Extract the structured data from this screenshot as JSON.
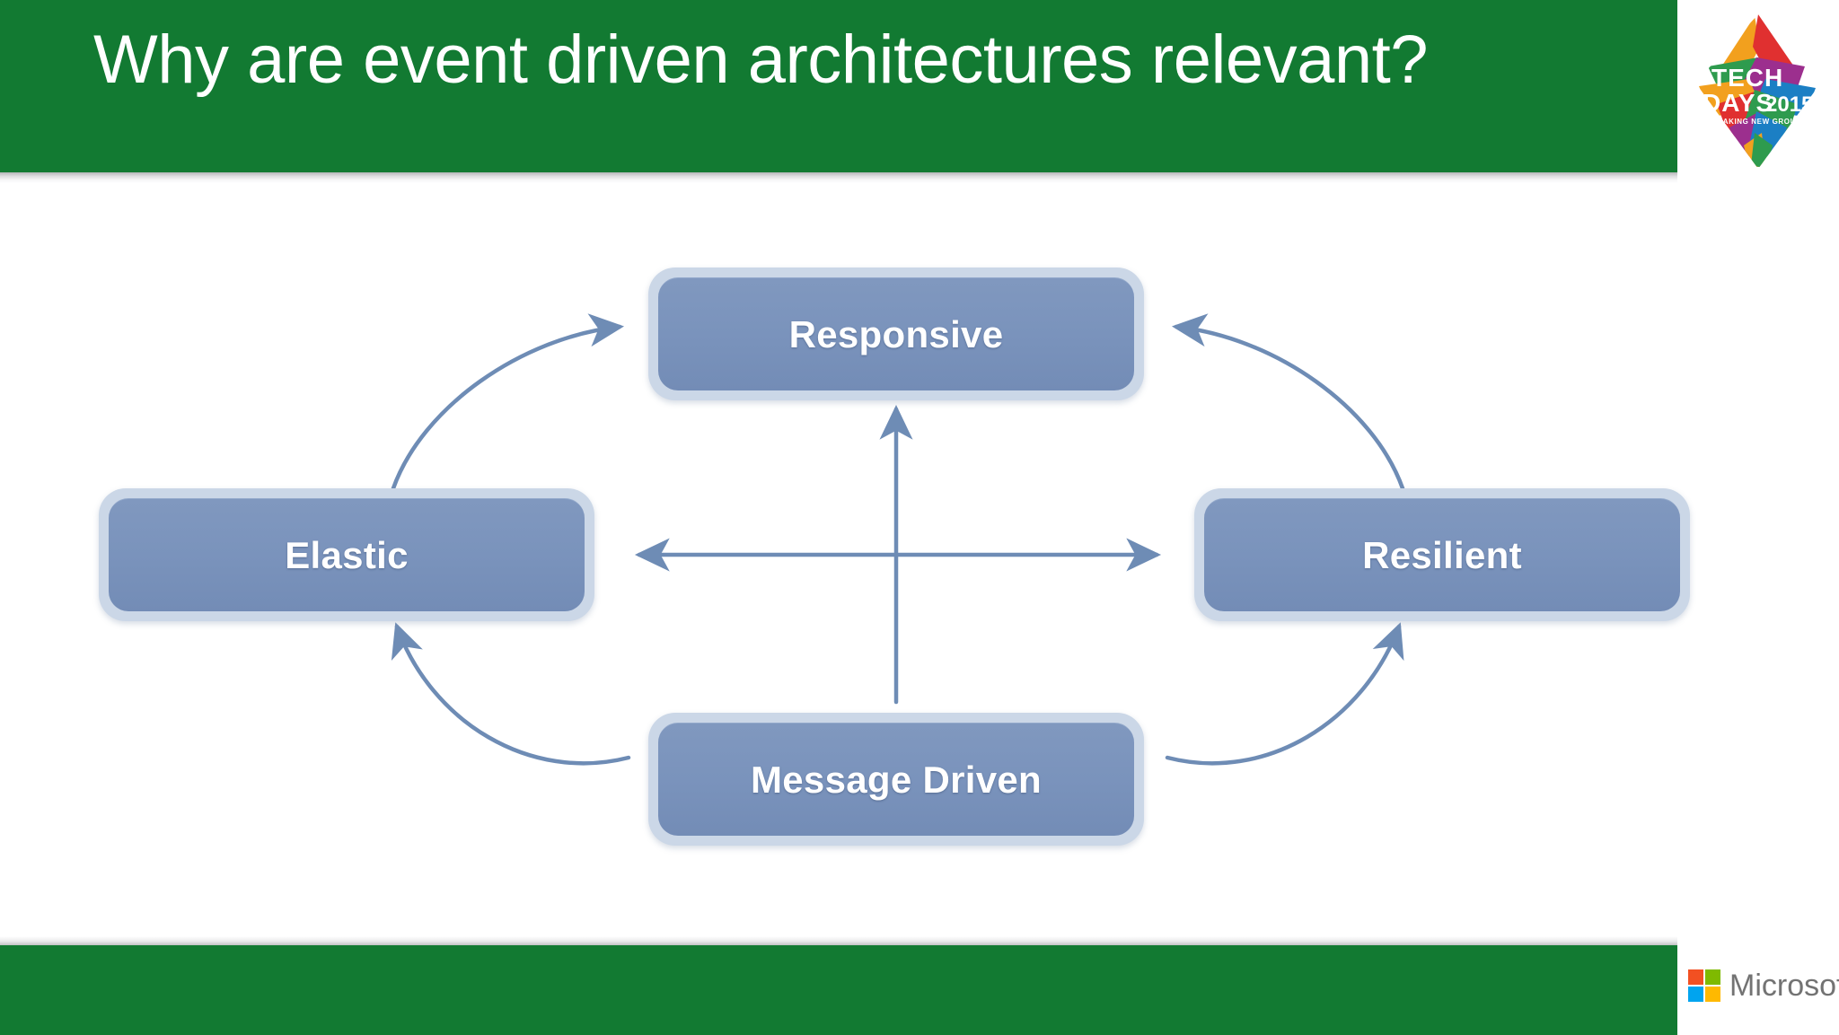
{
  "slide": {
    "title": "Why are event driven architectures relevant?",
    "background_color": "#FFFFFF",
    "accent_color": "#127A32"
  },
  "header": {
    "title": "Why are event driven architectures relevant?",
    "bar_color": "#127A32",
    "title_color": "#FFFFFF"
  },
  "branding": {
    "techdays_logo": {
      "line1": "TECH",
      "line2": "DAYS",
      "year": "2015",
      "tagline": "BREAKING NEW GROUND",
      "alt": "TechDays 2015 - Breaking New Ground"
    },
    "microsoft_logo": {
      "wordmark": "Microsoft",
      "square_colors": [
        "#F25022",
        "#7FBA00",
        "#00A4EF",
        "#FFB900"
      ],
      "wordmark_color": "#737373"
    }
  },
  "diagram": {
    "type": "reactive-traits-cycle",
    "box_fill_color": "#7A93BC",
    "box_border_color": "#CBD7E7",
    "arrow_color": "#6E8CB5",
    "label_color": "#FFFFFF",
    "nodes": [
      {
        "id": "responsive",
        "label": "Responsive",
        "position": "top"
      },
      {
        "id": "elastic",
        "label": "Elastic",
        "position": "left"
      },
      {
        "id": "resilient",
        "label": "Resilient",
        "position": "right"
      },
      {
        "id": "message-driven",
        "label": "Message Driven",
        "position": "bottom"
      }
    ],
    "connections": [
      {
        "from": "elastic",
        "to": "responsive",
        "style": "curved",
        "heads": "single"
      },
      {
        "from": "resilient",
        "to": "responsive",
        "style": "curved",
        "heads": "single"
      },
      {
        "from": "message-driven",
        "to": "elastic",
        "style": "curved",
        "heads": "single"
      },
      {
        "from": "message-driven",
        "to": "resilient",
        "style": "curved",
        "heads": "single"
      },
      {
        "from": "message-driven",
        "to": "responsive",
        "style": "straight-vertical",
        "heads": "single"
      },
      {
        "from": "elastic",
        "to": "resilient",
        "style": "straight-horizontal",
        "heads": "double"
      }
    ]
  },
  "footer": {
    "bar_color": "#127A32"
  }
}
